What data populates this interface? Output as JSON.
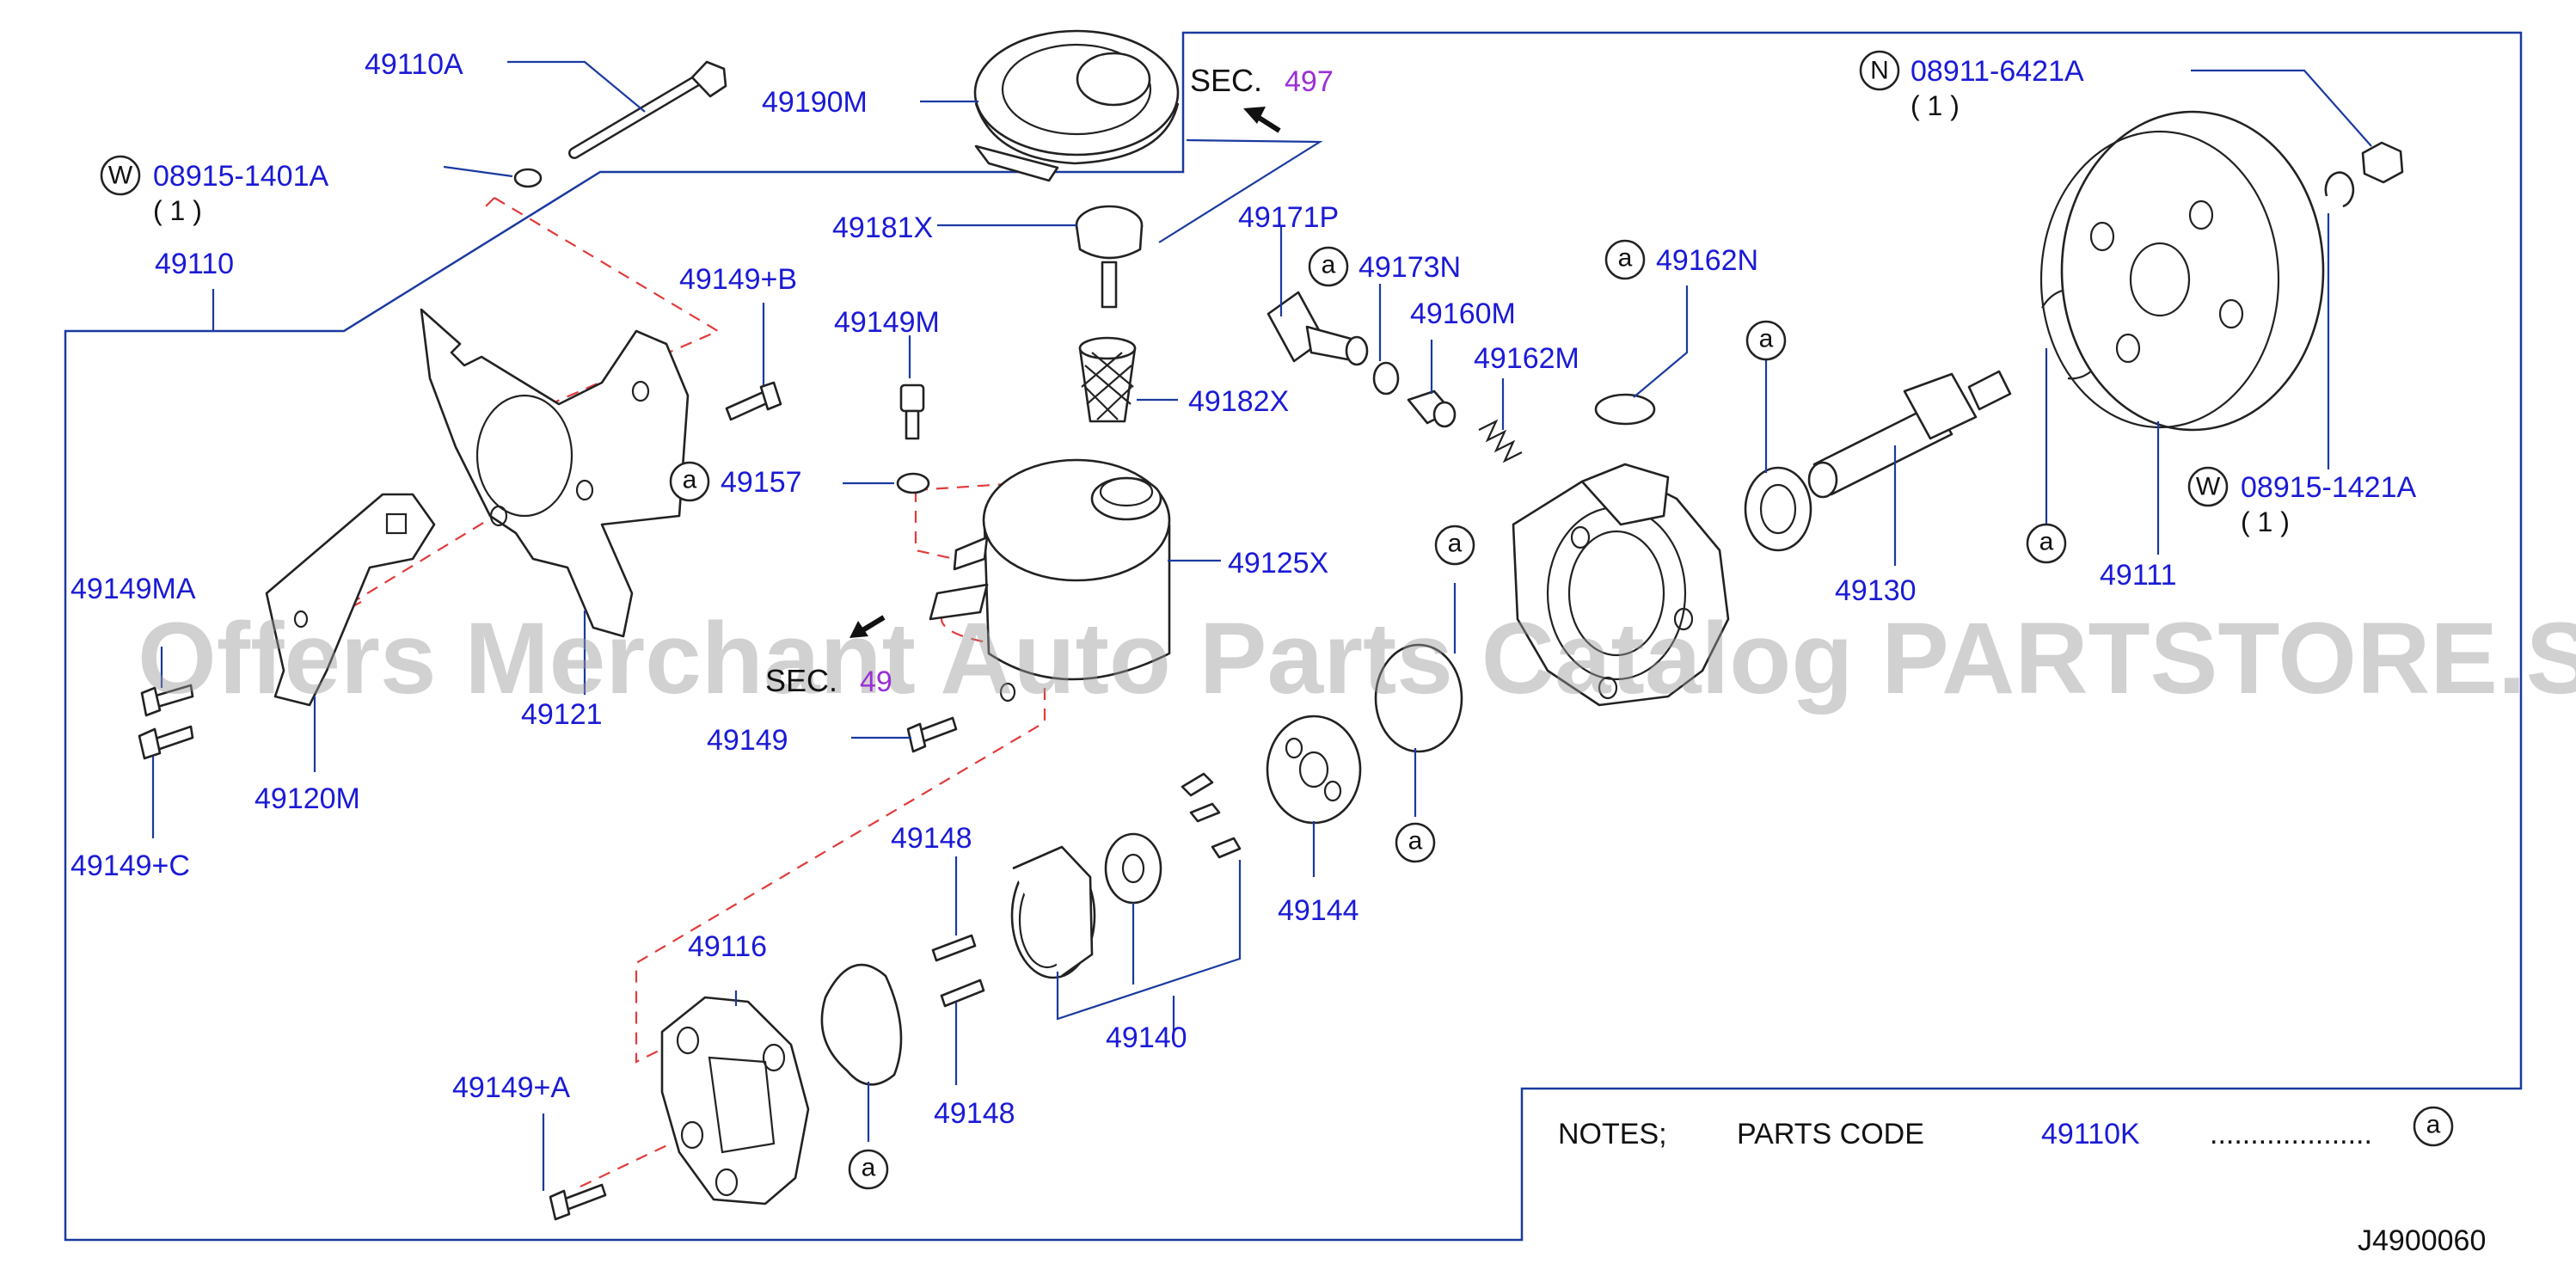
{
  "labels": {
    "p49110A": "49110A",
    "p49190M": "49190M",
    "sec_top_prefix": "SEC.",
    "sec_top_num": "497",
    "p08911": "08911-6421A",
    "p08911_qty": "( 1 )",
    "p08915_1401": "08915-1401A",
    "p08915_1401_qty": "( 1 )",
    "p49110": "49110",
    "p49181X": "49181X",
    "p49171P": "49171P",
    "p49173N": "49173N",
    "p49162N": "49162N",
    "p49149B": "49149+B",
    "p49149M": "49149M",
    "p49160M": "49160M",
    "p49162M": "49162M",
    "p49182X": "49182X",
    "p49157": "49157",
    "p49125X": "49125X",
    "p49149MA": "49149MA",
    "p49130": "49130",
    "p49111": "49111",
    "p08915_1421": "08915-1421A",
    "p08915_1421_qty": "( 1 )",
    "p49121": "49121",
    "sec_mid_prefix": "SEC.",
    "sec_mid_num": "49",
    "p49149": "49149",
    "p49120M": "49120M",
    "p49149C": "49149+C",
    "p49148a": "49148",
    "p49144": "49144",
    "p49116": "49116",
    "p49140": "49140",
    "p49148b": "49148",
    "p49149A": "49149+A",
    "notes": "NOTES;",
    "parts_code": "PARTS  CODE",
    "notes_code": "49110K",
    "notes_dots": "....................",
    "diagram_code": "J4900060"
  },
  "symbols": {
    "a": "a",
    "n": "N",
    "w": "W"
  },
  "watermark": "Offers Merchant Auto Parts Catalog PARTSTORE.SA",
  "colors": {
    "label": "#1a1ad6",
    "leader": "#1a3aa0",
    "dashed": "#e23b3b",
    "sec_number": "#9a2fd6"
  }
}
